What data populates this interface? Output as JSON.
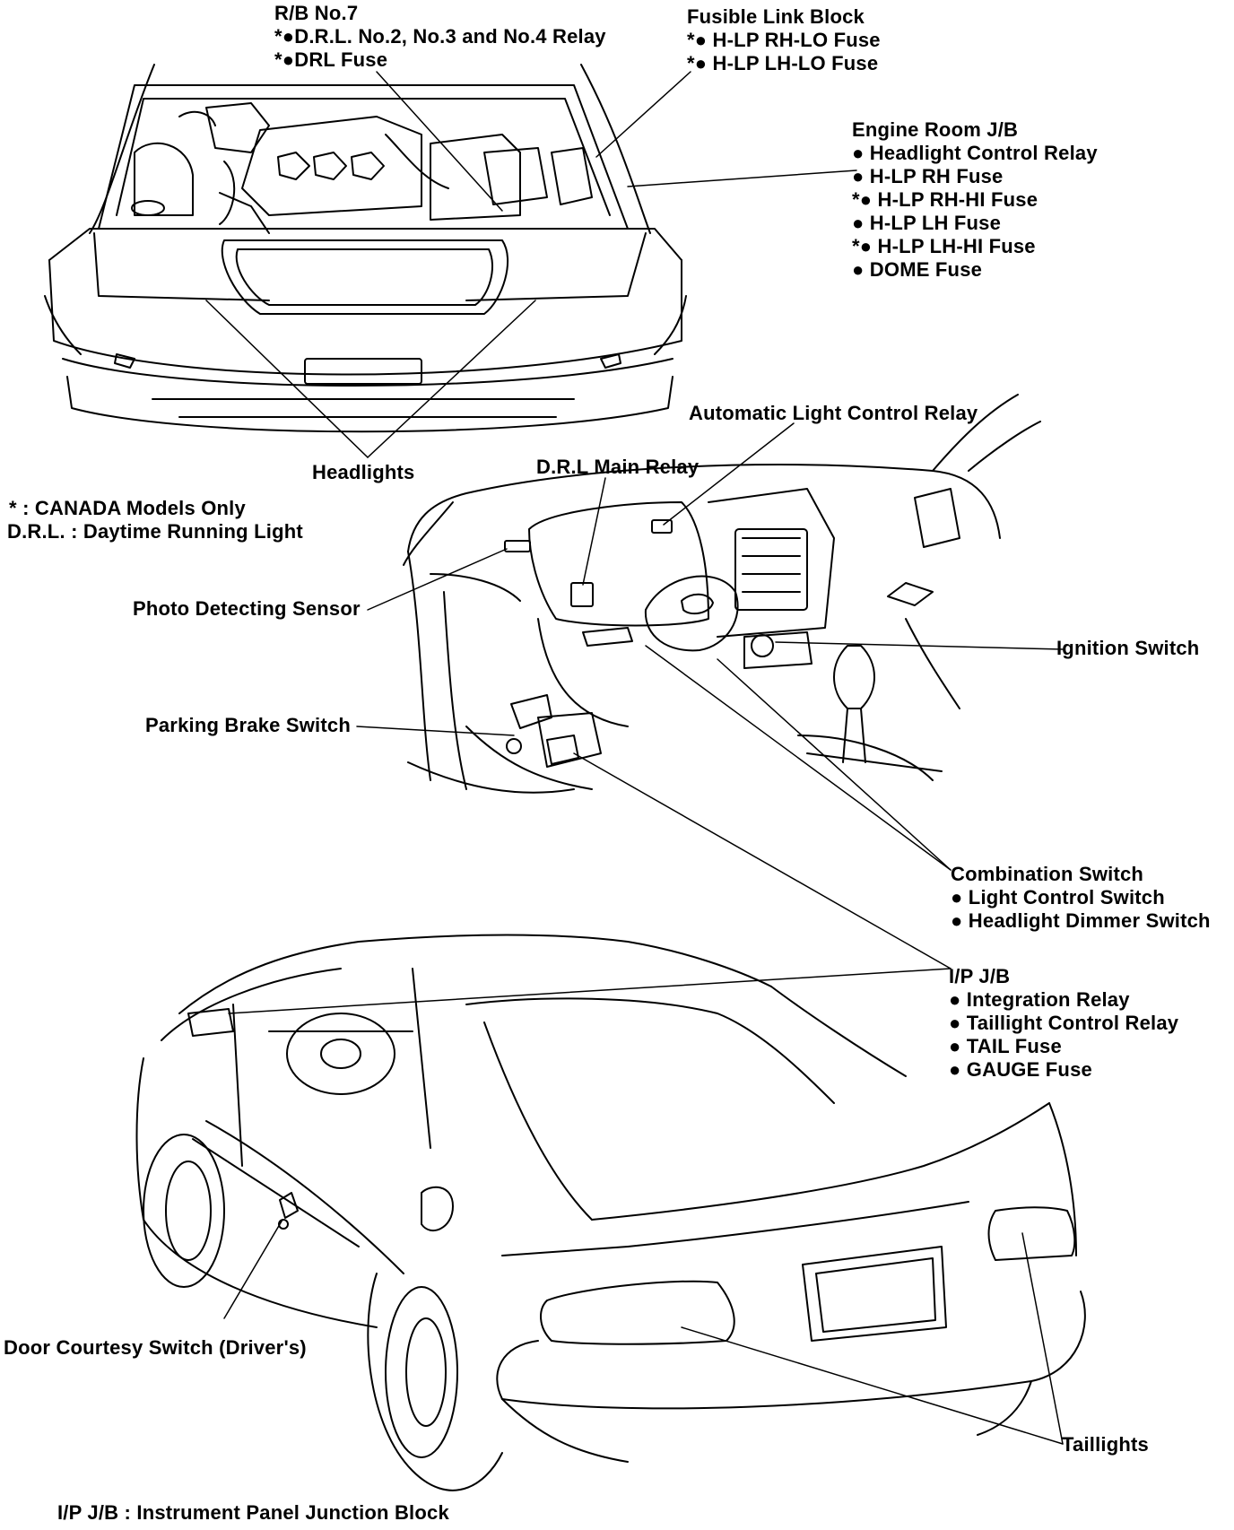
{
  "labels": {
    "rb_no7": {
      "title": "R/B No.7",
      "items": [
        "*●D.R.L. No.2, No.3 and No.4 Relay",
        "*●DRL Fuse"
      ]
    },
    "fusible_link_block": {
      "title": "Fusible Link Block",
      "items": [
        "*● H-LP RH-LO Fuse",
        "*● H-LP LH-LO Fuse"
      ]
    },
    "engine_room_jb": {
      "title": "Engine Room J/B",
      "items": [
        "● Headlight Control Relay",
        "● H-LP RH Fuse",
        "*● H-LP RH-HI Fuse",
        "● H-LP LH Fuse",
        "*● H-LP LH-HI Fuse",
        "● DOME Fuse"
      ]
    },
    "headlights": "Headlights",
    "automatic_light_control_relay": "Automatic Light Control Relay",
    "drl_main_relay": "D.R.L Main Relay",
    "legend_canada": "* : CANADA Models Only",
    "legend_drl": "D.R.L. : Daytime Running Light",
    "photo_detecting_sensor": "Photo Detecting Sensor",
    "ignition_switch": "Ignition Switch",
    "parking_brake_switch": "Parking Brake Switch",
    "combination_switch": {
      "title": "Combination Switch",
      "items": [
        "● Light Control Switch",
        "● Headlight Dimmer Switch"
      ]
    },
    "ip_jb": {
      "title": "I/P J/B",
      "items": [
        "● Integration Relay",
        "● Taillight Control Relay",
        "● TAIL Fuse",
        "● GAUGE Fuse"
      ]
    },
    "door_courtesy_switch": "Door Courtesy Switch (Driver's)",
    "taillights": "Taillights",
    "legend_ipjb": "I/P J/B : Instrument Panel Junction Block"
  }
}
